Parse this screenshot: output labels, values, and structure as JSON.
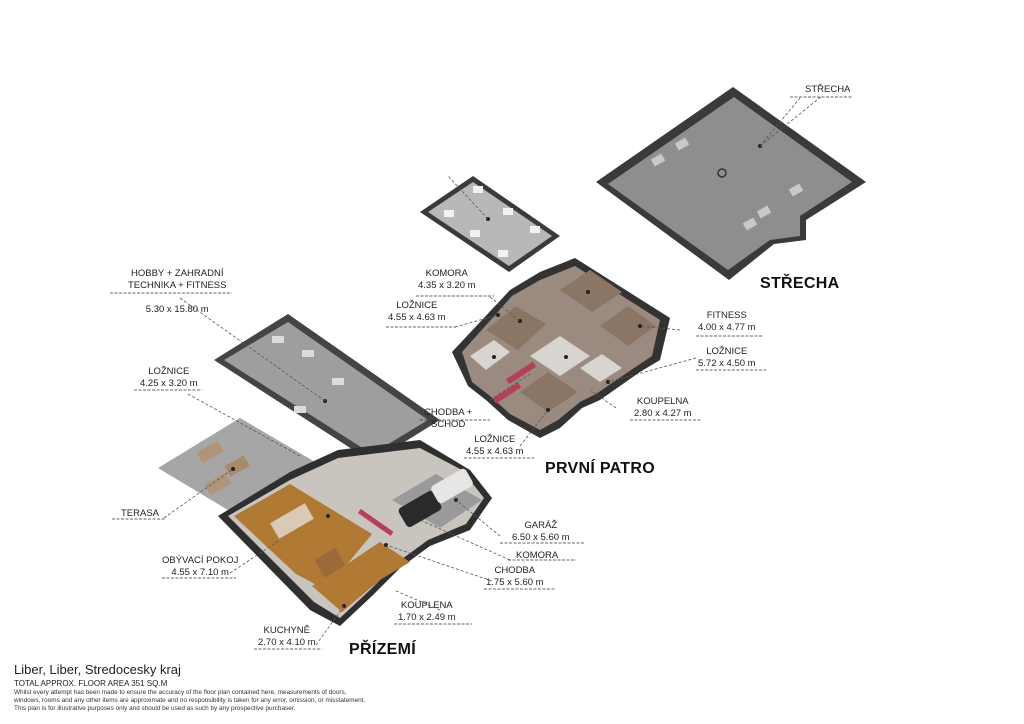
{
  "floors": {
    "roof": "STŘECHA",
    "first": "PRVNÍ PATRO",
    "ground": "PŘÍZEMÍ"
  },
  "rooms": {
    "strecha": {
      "name": "STŘECHA",
      "dims": ""
    },
    "komora_up": {
      "name": "KOMORA",
      "dims": "4.35 x 3.20 m"
    },
    "loznice_up1": {
      "name": "LOŽNICE",
      "dims": "4.55 x 4.63 m"
    },
    "fitness": {
      "name": "FITNESS",
      "dims": "4.00 x 4.77 m"
    },
    "loznice_up2": {
      "name": "LOŽNICE",
      "dims": "5.72 x 4.50 m"
    },
    "chodba_schod": {
      "name": "CHODBA +\nSCHOD",
      "dims": ""
    },
    "koupelna": {
      "name": "KOUPELNA",
      "dims": "2.80 x 4.27 m"
    },
    "loznice_up3": {
      "name": "LOŽNICE",
      "dims": "4.55 x 4.63 m"
    },
    "hobby": {
      "name": "HOBBY + ZAHRADNÍ\nTECHNIKA + FITNESS",
      "dims": "5.30 x 15.80 m"
    },
    "loznice_gr": {
      "name": "LOŽNICE",
      "dims": "4.25 x 3.20 m"
    },
    "terasa": {
      "name": "TERASA",
      "dims": ""
    },
    "obyvaci": {
      "name": "OBÝVACÍ POKOJ",
      "dims": "4.55 x 7.10 m"
    },
    "kuchyne": {
      "name": "KUCHYNĚ",
      "dims": "2.70 x 4.10 m"
    },
    "garaz": {
      "name": "GARÁŽ",
      "dims": "6.50 x 5.60 m"
    },
    "komora_gr": {
      "name": "KOMORA",
      "dims": ""
    },
    "chodba_gr": {
      "name": "CHODBA",
      "dims": "1.75 x 5.60 m"
    },
    "kouplena": {
      "name": "KOUPLENA",
      "dims": "1.70 x 2.49 m"
    }
  },
  "footer": {
    "title": "Liber, Liber, Stredocesky kraj",
    "area": "TOTAL APPROX. FLOOR AREA 351 SQ.M",
    "disclaimer": "Whilst every attempt has been made to ensure the accuracy of the floor plan contained here, measurements of doors,\nwindows, rooms and any other items are approximate and no responsibility is taken for any error, omission, or misstatement.\nThis plan is for illustrative purposes only and should be used as such by any prospective purchaser."
  },
  "colors": {
    "wall": "#2b2b2b",
    "concrete": "#9a9a9a",
    "roof": "#8e8e8e",
    "wood": "#b07a34",
    "tile": "#c9c4bd",
    "bedroom": "#8f7a6c"
  }
}
